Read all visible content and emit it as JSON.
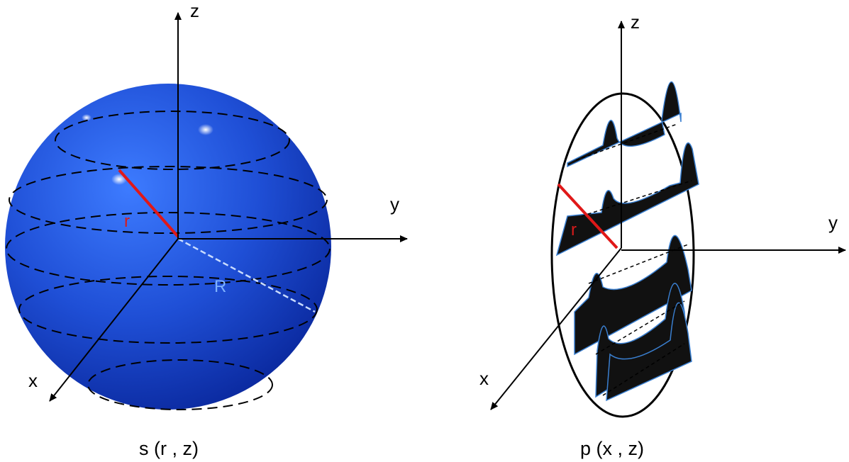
{
  "left_panel": {
    "axis_z": "z",
    "axis_y": "y",
    "axis_x": "x",
    "radius_small": "r",
    "radius_large": "R",
    "caption": "s (r , z)",
    "sphere_color": "#1f4fd6"
  },
  "right_panel": {
    "axis_z": "z",
    "axis_y": "y",
    "axis_x": "x",
    "radius_small": "r",
    "caption": "p (x , z)",
    "profile_color": "#111111"
  }
}
